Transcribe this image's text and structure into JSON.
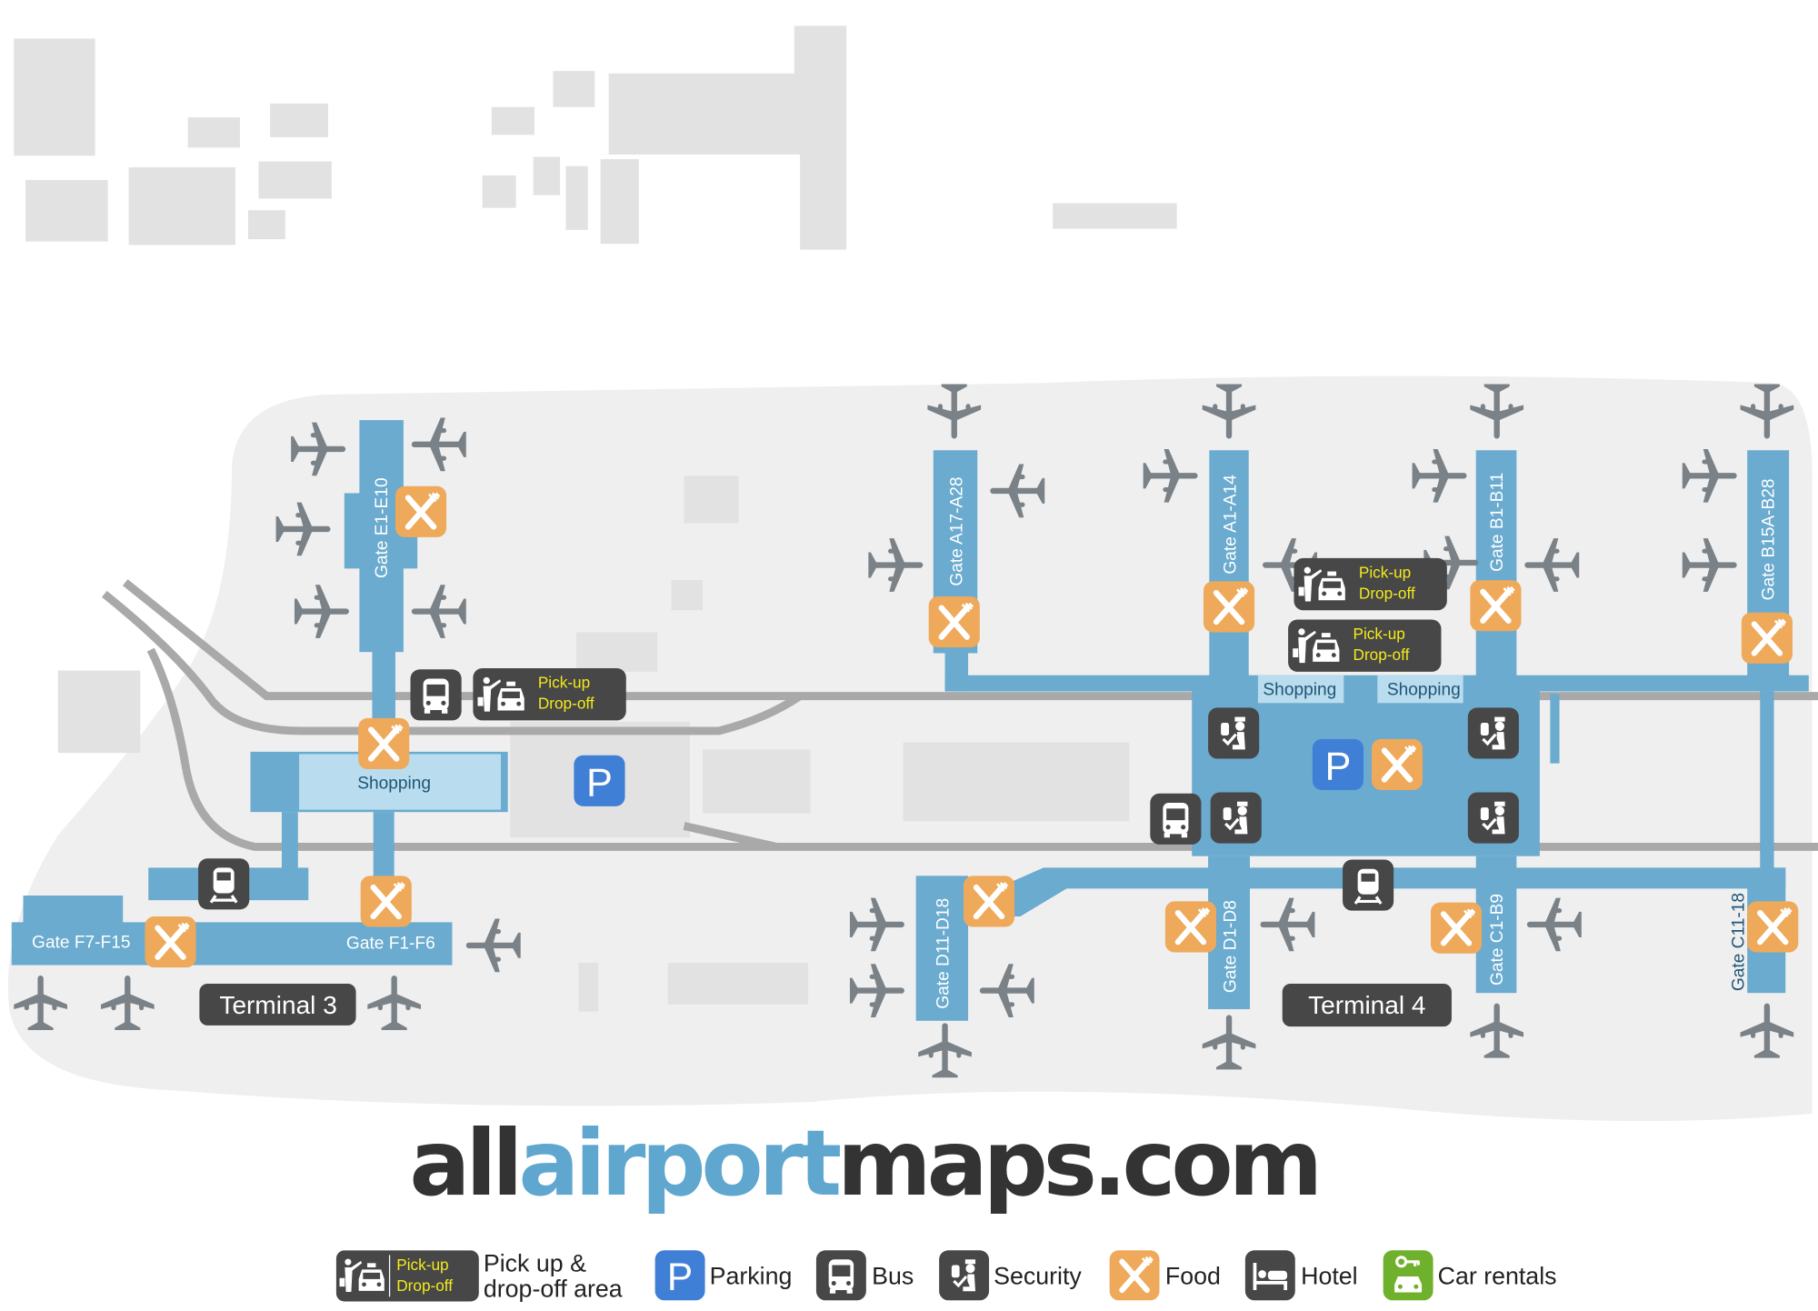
{
  "colors": {
    "concourse": "#6aabcf",
    "shopping": "#b9dcee",
    "food": "#eea95a",
    "parking": "#3f7fd6",
    "icon_dark": "#474747",
    "car_rental": "#6fb12d",
    "plane": "#7a8288",
    "land": "#efefef",
    "building": "#e2e2e2",
    "road": "#a9a9a9",
    "pickup_text": "#f2ea1c"
  },
  "terminals": {
    "t3": "Terminal 3",
    "t4": "Terminal 4"
  },
  "gates": {
    "e": "Gate E1-E10",
    "f7": "Gate F7-F15",
    "f1": "Gate F1-F6",
    "a17": "Gate A17-A28",
    "a1": "Gate A1-A14",
    "b1": "Gate B1-B11",
    "b15": "Gate B15A-B28",
    "d11": "Gate D11-D18",
    "d1": "Gate D1-D8",
    "c1": "Gate C1-B9",
    "c11": "Gate C11-18"
  },
  "shopping": {
    "t3": "Shopping",
    "t4a": "Shopping",
    "t4b": "Shopping"
  },
  "pickup": {
    "line1": "Pick-up",
    "line2": "Drop-off"
  },
  "parking_letter": "P",
  "logo": {
    "part1": "all",
    "part2": "airport",
    "part3": "maps.com"
  },
  "legend": {
    "pickup_line1": "Pick up &",
    "pickup_line2": "drop-off area",
    "parking": "Parking",
    "bus": "Bus",
    "security": "Security",
    "food": "Food",
    "hotel": "Hotel",
    "car_rentals": "Car rentals"
  },
  "icons": [
    "airplane-icon",
    "food-icon",
    "security-icon",
    "bus-icon",
    "train-icon",
    "parking-icon",
    "pickup-dropoff-icon",
    "hotel-icon",
    "car-rental-icon"
  ]
}
